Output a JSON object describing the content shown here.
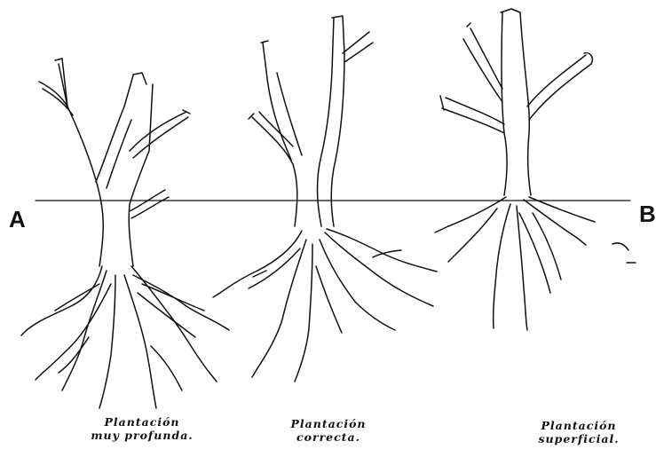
{
  "markers": {
    "left": "A",
    "right": "B"
  },
  "plants": [
    {
      "caption_line1": "Plantación",
      "caption_line2": "muy profunda."
    },
    {
      "caption_line1": "Plantación",
      "caption_line2": "correcta."
    },
    {
      "caption_line1": "Plantación",
      "caption_line2": "superficial."
    }
  ],
  "colors": {
    "ink": "#111111",
    "paper": "#ffffff"
  }
}
